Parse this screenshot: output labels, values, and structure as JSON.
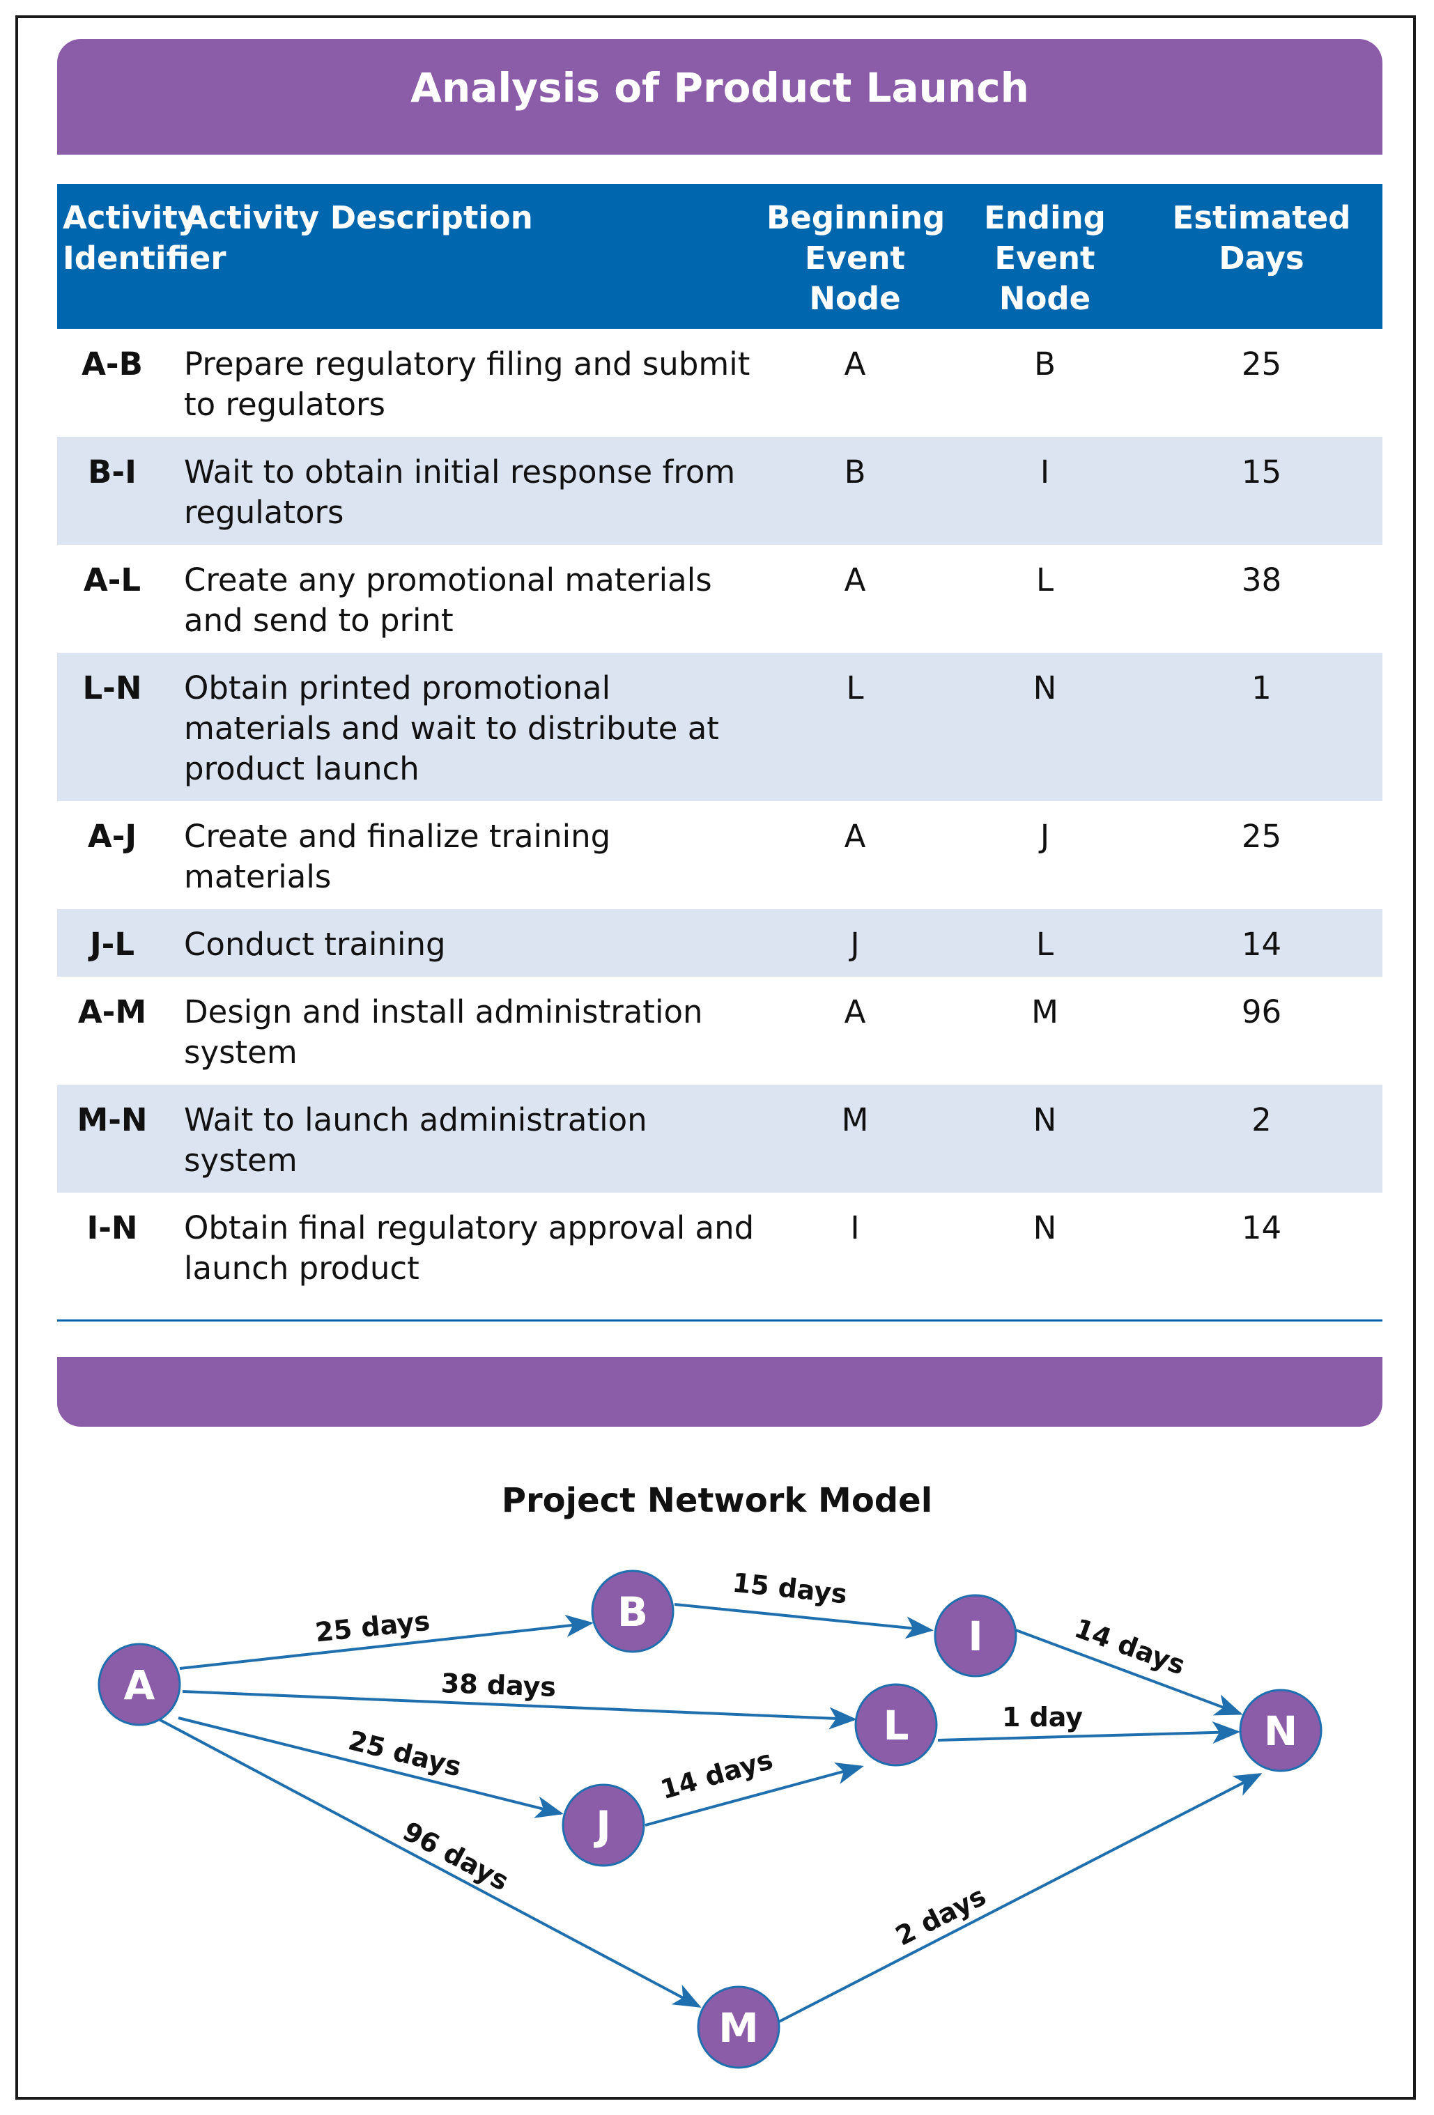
{
  "title": "Analysis of Product Launch",
  "table": {
    "headers": {
      "activity_identifier": "Activity Identifier",
      "activity_description": "Activity Description",
      "beginning_event_node": "Beginning Event Node",
      "ending_event_node": "Ending Event Node",
      "estimated_days": "Estimated Days"
    },
    "rows": [
      {
        "id": "A-B",
        "desc": "Prepare regulatory filing and submit to regulators",
        "begin": "A",
        "end": "B",
        "days": "25"
      },
      {
        "id": "B-I",
        "desc": "Wait to obtain initial response from regulators",
        "begin": "B",
        "end": "I",
        "days": "15"
      },
      {
        "id": "A-L",
        "desc": "Create any promotional materials and send to print",
        "begin": "A",
        "end": "L",
        "days": "38"
      },
      {
        "id": "L-N",
        "desc": "Obtain printed promotional materials and wait to distribute at product launch",
        "begin": "L",
        "end": "N",
        "days": "1"
      },
      {
        "id": "A-J",
        "desc": "Create and finalize training materials",
        "begin": "A",
        "end": "J",
        "days": "25"
      },
      {
        "id": "J-L",
        "desc": "Conduct training",
        "begin": "J",
        "end": "L",
        "days": "14"
      },
      {
        "id": "A-M",
        "desc": "Design and install administration system",
        "begin": "A",
        "end": "M",
        "days": "96"
      },
      {
        "id": "M-N",
        "desc": "Wait to launch administration system",
        "begin": "M",
        "end": "N",
        "days": "2"
      },
      {
        "id": "I-N",
        "desc": "Obtain final regulatory approval and launch product",
        "begin": "I",
        "end": "N",
        "days": "14"
      }
    ]
  },
  "diagram": {
    "title": "Project Network Model",
    "nodes": {
      "A": "A",
      "B": "B",
      "I": "I",
      "L": "L",
      "J": "J",
      "M": "M",
      "N": "N"
    },
    "edges": {
      "A-B": "25 days",
      "B-I": "15 days",
      "I-N": "14 days",
      "A-L": "38 days",
      "L-N": "1 day",
      "A-J": "25 days",
      "J-L": "14 days",
      "A-M": "96 days",
      "M-N": "2 days"
    }
  },
  "colors": {
    "banner": "#8b5ca8",
    "header": "#0066ad",
    "row_shade": "#dce4f1",
    "node": "#8b5ca8",
    "arrow": "#1f6fae"
  }
}
